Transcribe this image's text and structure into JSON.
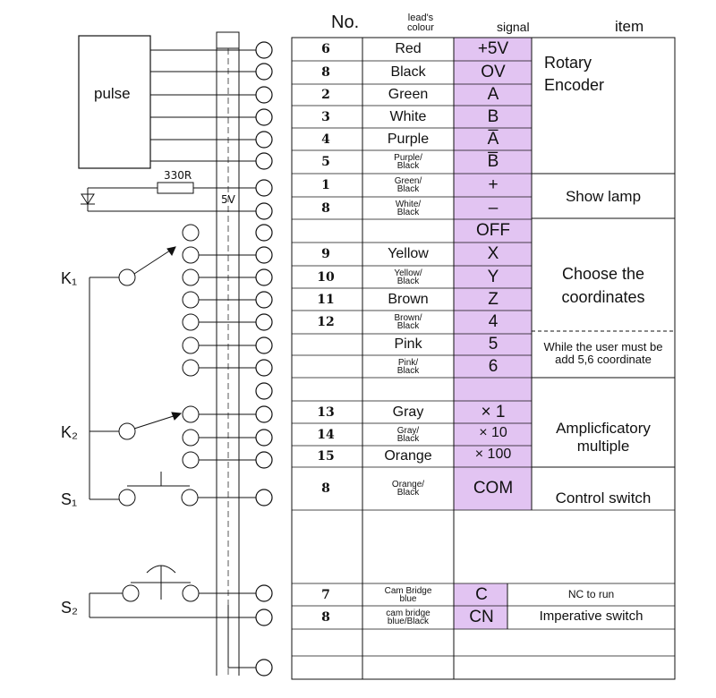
{
  "headers": {
    "no": "No.",
    "colour": "lead's\ncolour",
    "signal": "signal",
    "item": "item"
  },
  "rows": [
    {
      "no": "6",
      "colour": "Red",
      "signal": "+5V"
    },
    {
      "no": "8",
      "colour": "Black",
      "signal": "OV"
    },
    {
      "no": "2",
      "colour": "Green",
      "signal": "A"
    },
    {
      "no": "3",
      "colour": "White",
      "signal": "B"
    },
    {
      "no": "4",
      "colour": "Purple",
      "signal": "A̅"
    },
    {
      "no": "5",
      "colour": "Purple/\nBlack",
      "signal": "B̅"
    },
    {
      "no": "1",
      "colour": "Green/\nBlack",
      "signal": "+"
    },
    {
      "no": "8",
      "colour": "White/\nBlack",
      "signal": "–"
    },
    {
      "no": "",
      "colour": "",
      "signal": "OFF"
    },
    {
      "no": "9",
      "colour": "Yellow",
      "signal": "X"
    },
    {
      "no": "10",
      "colour": "Yellow/\nBlack",
      "signal": "Y"
    },
    {
      "no": "11",
      "colour": "Brown",
      "signal": "Z"
    },
    {
      "no": "12",
      "colour": "Brown/\nBlack",
      "signal": "4"
    },
    {
      "no": "",
      "colour": "Pink",
      "signal": "5"
    },
    {
      "no": "",
      "colour": "Pink/\nBlack",
      "signal": "6"
    },
    {
      "no": "",
      "colour": "",
      "signal": ""
    },
    {
      "no": "13",
      "colour": "Gray",
      "signal": "× 1"
    },
    {
      "no": "14",
      "colour": "Gray/\nBlack",
      "signal": "× 10"
    },
    {
      "no": "15",
      "colour": "Orange",
      "signal": "× 100"
    },
    {
      "no": "8",
      "colour": "Orange/\nBlack",
      "signal": "COM"
    },
    {
      "no": "7",
      "colour": "Cam Bridge\nblue",
      "signal": "C"
    },
    {
      "no": "8",
      "colour": "cam bridge\nblue/Black",
      "signal": "CN"
    }
  ],
  "items": {
    "rotary_encoder": "Rotary\nEncoder",
    "show_lamp": "Show lamp",
    "choose_coordinates": "Choose the\ncoordinates",
    "add_56": "While the user must be\nadd 5,6 coordinate",
    "amplification": "Amplicficatory\nmultiple",
    "control_switch": "Control switch",
    "nc_to_run": "NC to run",
    "imperative_switch": "Imperative switch"
  },
  "labels": {
    "pulse": "pulse",
    "resistor": "330R",
    "voltage": "5V",
    "k1": "K₁",
    "k2": "K₂",
    "s1": "S₁",
    "s2": "S₂"
  },
  "colors": {
    "signal_highlight": "#e2c4f2",
    "line": "#111111"
  }
}
